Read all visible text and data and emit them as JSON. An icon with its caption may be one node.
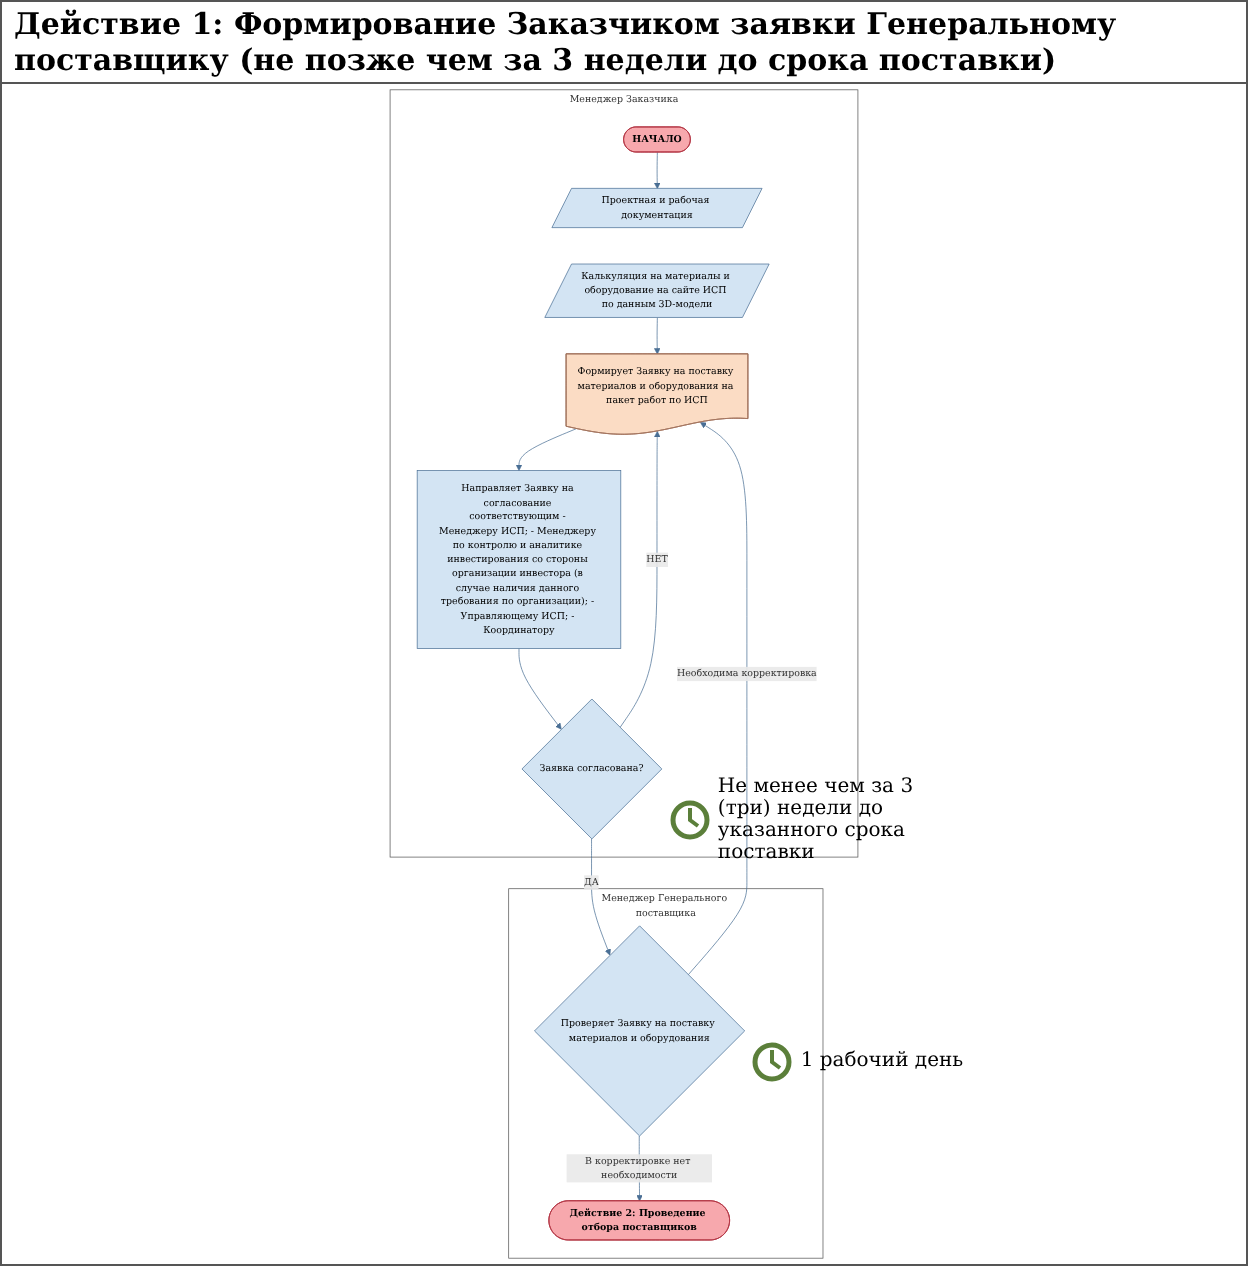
{
  "diagram": {
    "title": "Действие 1: Формирование Заказчиком заявки Генеральному поставщику (не позже чем за 3 недели до срока поставки)",
    "nodes": [
      {
        "text": [
          "Менеджер Заказчика"
        ]
      },
      {
        "text": [
          "Менеджер Генерального поставщика"
        ]
      },
      {
        "text": [
          "НАЧАЛО"
        ],
        "in": 0
      },
      {
        "text": [
          "Проектная и рабочая документация"
        ],
        "in": 0
      },
      {
        "text": [
          "Калькуляция на материалы и оборудование на сайте ИСП по данным 3D-модели"
        ],
        "in": 0
      },
      {
        "text": [
          "Формирует Заявку на поставку материалов и оборудования на пакет работ по ИСП"
        ],
        "in": 0
      },
      {
        "text": [
          "Направляет Заявку на согласование соответствующим - Менеджеру ИСП; - Менеджеру по контролю и аналитике инвестирования со стороны организации инвестора (в случае наличия данного требования по организации); - Управляющему ИСП; - Координатору"
        ],
        "in": 0
      },
      {
        "text": [
          "Заявка согласована?"
        ],
        "in": 0,
        "beside": [
          "Не менее чем за 3 (три) недели до указанного срока поставки"
        ]
      },
      {
        "text": [
          "Проверяет Заявку на поставку материалов и оборудования"
        ],
        "in": 1,
        "beside": [
          "1 рабочий день"
        ]
      },
      {
        "text": [
          "Действие 2: Проведение отбора поставщиков"
        ],
        "in": 1
      }
    ],
    "edges": [
      {
        "from": 2,
        "to": 3,
        "arrow": "to"
      },
      {
        "from": 4,
        "to": 5,
        "arrow": "to"
      },
      {
        "from": 5,
        "to": 6,
        "arrow": "to"
      },
      {
        "from": 6,
        "to": 7,
        "arrow": "to"
      },
      {
        "from": 7,
        "to": 5,
        "arrow": "to",
        "label": "НЕТ"
      },
      {
        "from": 7,
        "to": 8,
        "arrow": "to",
        "label": "ДА"
      },
      {
        "from": 8,
        "to": 5,
        "arrow": "to",
        "label": "Необходима корректировка"
      },
      {
        "from": 8,
        "to": 9,
        "arrow": "to",
        "label": "В корректировке нет необходимости"
      }
    ]
  }
}
